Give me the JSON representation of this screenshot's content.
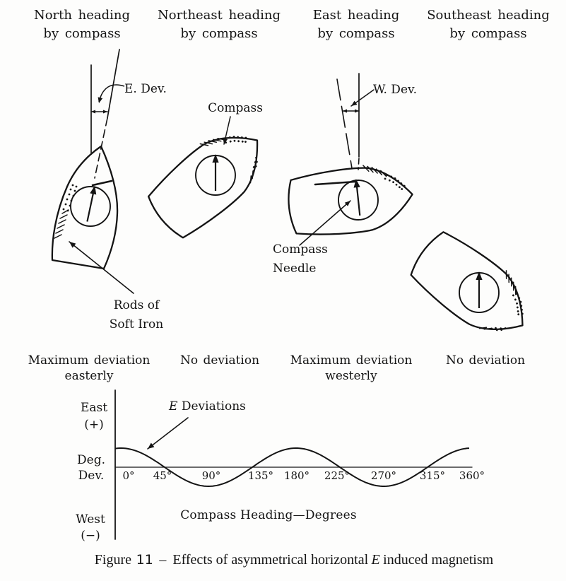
{
  "panels": [
    {
      "compass_heading": "North",
      "title_line1": "North heading",
      "title_line2": "by compass",
      "deviation_annotation": "E. Dev.",
      "deviation": "easterly",
      "result_line1": "Maximum deviation",
      "result_line2": "easterly"
    },
    {
      "compass_heading": "Northeast",
      "title_line1": "Northeast heading",
      "title_line2": "by compass",
      "deviation": "none",
      "result_line1": "No deviation",
      "result_line2": ""
    },
    {
      "compass_heading": "East",
      "title_line1": "East heading",
      "title_line2": "by compass",
      "deviation_annotation": "W. Dev.",
      "deviation": "westerly",
      "result_line1": "Maximum deviation",
      "result_line2": "westerly"
    },
    {
      "compass_heading": "Southeast",
      "title_line1": "Southeast heading",
      "title_line2": "by compass",
      "deviation": "none",
      "result_line1": "No deviation",
      "result_line2": ""
    }
  ],
  "callouts": {
    "compass": "Compass",
    "compass_needle_line1": "Compass",
    "compass_needle_line2": "Needle",
    "rods_line1": "Rods of",
    "rods_line2": "Soft Iron"
  },
  "chart": {
    "y_axis_top_line1": "East",
    "y_axis_top_line2": "(+)",
    "y_axis_mid_line1": "Deg.",
    "y_axis_mid_line2": "Dev.",
    "y_axis_bottom_line1": "West",
    "y_axis_bottom_line2": "(−)",
    "curve_label_symbol": "E",
    "curve_label_rest": "Deviations",
    "x_axis_label": "Compass Heading—Degrees"
  },
  "chart_data": {
    "type": "line",
    "title": "E deviations versus compass heading",
    "xlabel": "Compass Heading—Degrees",
    "ylabel": "Deg. Dev.",
    "x": [
      0,
      45,
      90,
      135,
      180,
      225,
      270,
      315,
      360
    ],
    "x_tick_labels": [
      "0°",
      "45°",
      "90°",
      "135°",
      "180°",
      "225°",
      "270°",
      "315°",
      "360°"
    ],
    "series": [
      {
        "name": "E Deviations",
        "values": [
          1,
          0,
          -1,
          0,
          1,
          0,
          -1,
          0,
          1
        ]
      }
    ],
    "model": {
      "form": "cosine",
      "amplitude_relative": 1,
      "cycles_per_360deg": 2,
      "maximum_easterly_at_deg": [
        0,
        180,
        360
      ],
      "maximum_westerly_at_deg": [
        90,
        270
      ],
      "zero_crossings_deg": [
        45,
        135,
        225,
        315
      ],
      "positive_direction": "East (+)",
      "negative_direction": "West (−)"
    },
    "grid": false,
    "legend": "none",
    "ink_color": "#141414"
  },
  "caption": {
    "label": "Figure",
    "number": "11",
    "separator": "–",
    "text_pre": "Effects of asymmetrical horizontal",
    "symbol": "E",
    "text_post": "induced magnetism"
  }
}
